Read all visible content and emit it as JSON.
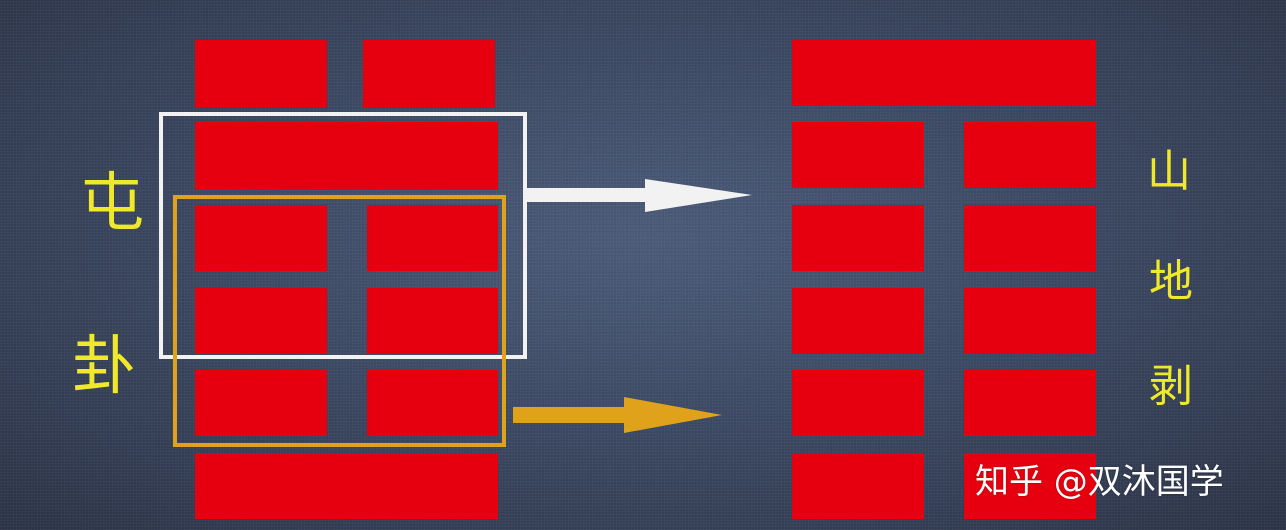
{
  "left_label": [
    "屯",
    "卦"
  ],
  "right_label": [
    "山",
    "地",
    "剥"
  ],
  "watermark": "知乎 @双沐国学",
  "left_hexagram_lines": [
    "yin",
    "yang",
    "yin",
    "yin",
    "yin",
    "yang"
  ],
  "right_hexagram_lines": [
    "yang",
    "yin",
    "yin",
    "yin",
    "yin",
    "yin"
  ],
  "colors": {
    "line": "#e6000f",
    "white_frame": "#f2f2f2",
    "gold_frame": "#e0a21b",
    "label": "#f0e82a"
  }
}
